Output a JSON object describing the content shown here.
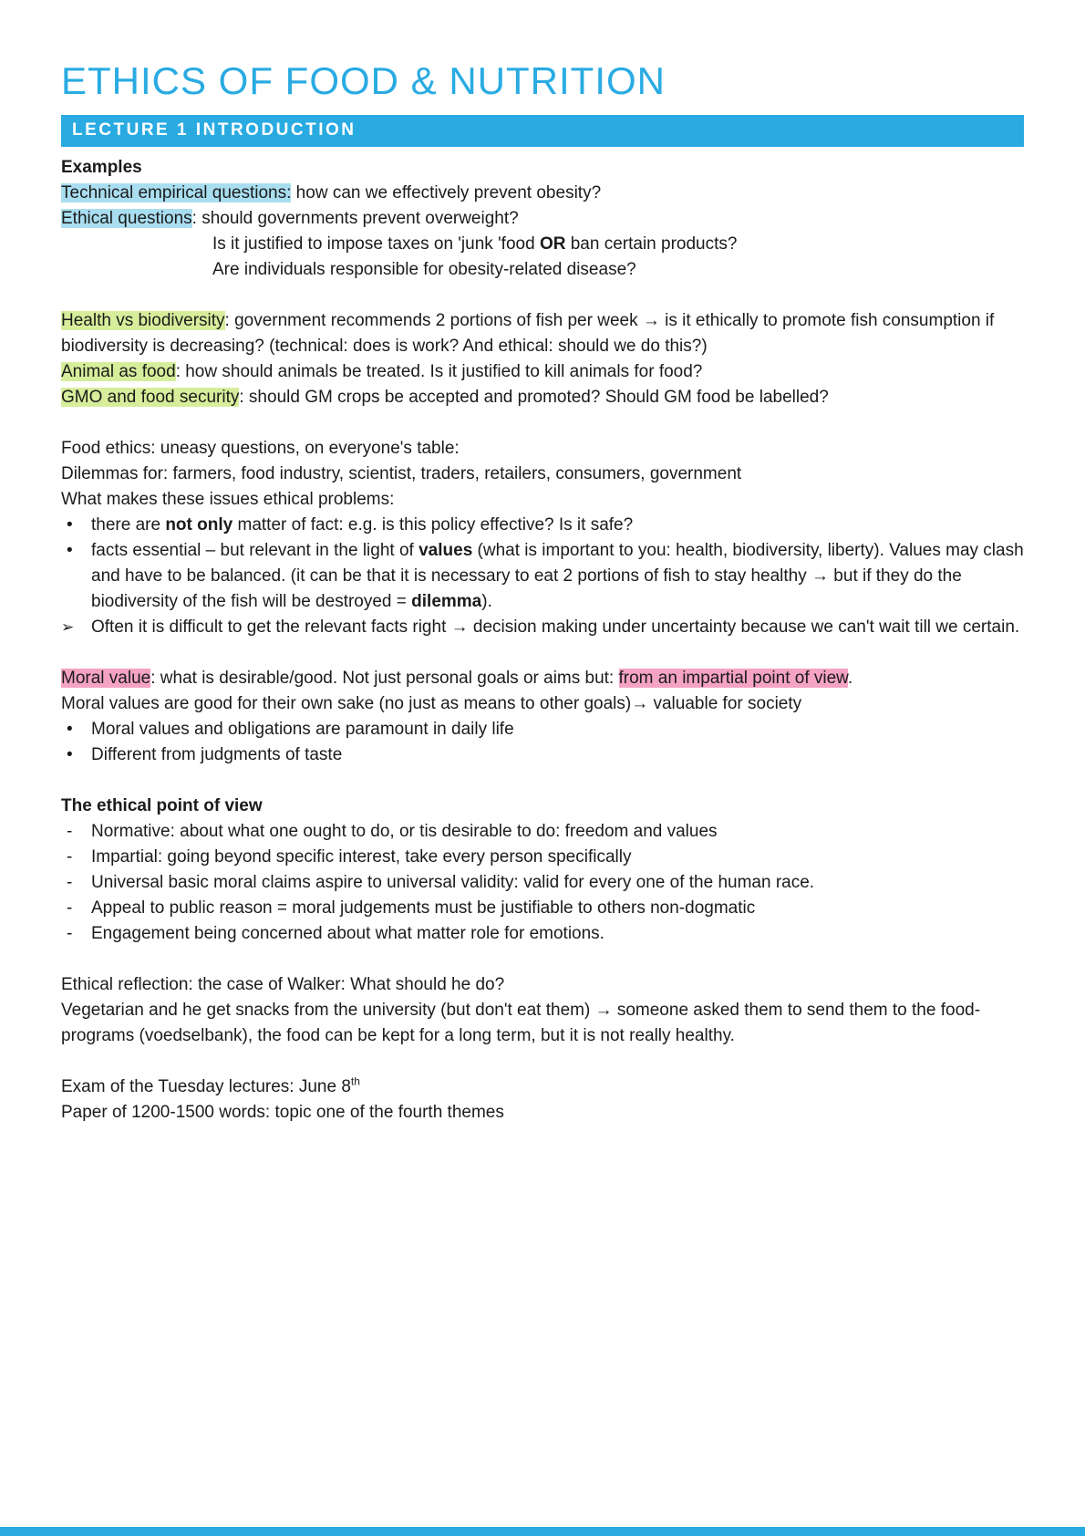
{
  "page": {
    "title": "ETHICS OF FOOD & NUTRITION",
    "section_banner": "LECTURE 1 INTRODUCTION"
  },
  "colors": {
    "accent_cyan": "#29ABE2",
    "highlight_blue": "#A9DEF0",
    "highlight_green": "#D6EE9B",
    "highlight_pink": "#F5A3C3",
    "text": "#1B1B1B"
  },
  "markers": {
    "bullet": "•",
    "dash": "-",
    "arrow": "➢"
  },
  "document": {
    "blocks": [
      {
        "type": "heading",
        "runs": [
          {
            "t": "Examples"
          }
        ]
      },
      {
        "type": "p",
        "runs": [
          {
            "t": "Technical empirical questions:",
            "h": "blue"
          },
          {
            "t": " how can we effectively prevent obesity?"
          }
        ]
      },
      {
        "type": "p",
        "runs": [
          {
            "t": "Ethical questions",
            "h": "blue"
          },
          {
            "t": ":  should governments prevent overweight?"
          }
        ]
      },
      {
        "type": "p",
        "indent": true,
        "runs": [
          {
            "t": "Is it justified to impose taxes on 'junk 'food "
          },
          {
            "t": "OR",
            "b": true
          },
          {
            "t": " ban certain products?"
          }
        ]
      },
      {
        "type": "p",
        "indent": true,
        "runs": [
          {
            "t": "Are individuals responsible for obesity-related disease?"
          }
        ]
      },
      {
        "type": "spacer"
      },
      {
        "type": "p",
        "runs": [
          {
            "t": "Health vs biodiversity",
            "h": "green"
          },
          {
            "t": ": government recommends 2 portions of fish per week → is it ethically to promote fish consumption if biodiversity is decreasing? (technical: does is work? And ethical: should we do this?)"
          }
        ]
      },
      {
        "type": "p",
        "runs": [
          {
            "t": "Animal as food",
            "h": "green"
          },
          {
            "t": ": how should animals be treated. Is it justified to kill animals for food?"
          }
        ]
      },
      {
        "type": "p",
        "runs": [
          {
            "t": "GMO and food security",
            "h": "green"
          },
          {
            "t": ": should GM crops be accepted and promoted? Should GM food be labelled?"
          }
        ]
      },
      {
        "type": "spacer"
      },
      {
        "type": "p",
        "runs": [
          {
            "t": "Food ethics: uneasy questions, on everyone's table:"
          }
        ]
      },
      {
        "type": "p",
        "runs": [
          {
            "t": "Dilemmas for: farmers, food industry, scientist, traders, retailers, consumers, government"
          }
        ]
      },
      {
        "type": "p",
        "runs": [
          {
            "t": "What makes these issues ethical problems:"
          }
        ]
      },
      {
        "type": "bullet",
        "runs": [
          {
            "t": "there are "
          },
          {
            "t": "not only",
            "b": true
          },
          {
            "t": " matter of fact: e.g. is this policy effective? Is it safe?"
          }
        ]
      },
      {
        "type": "bullet",
        "runs": [
          {
            "t": "facts essential – but relevant in the light of "
          },
          {
            "t": "values",
            "b": true
          },
          {
            "t": " (what is important to you: health, biodiversity, liberty). Values may clash and have to be balanced. (it can be that it is necessary to eat 2 portions of fish to stay healthy → but if they do the biodiversity of the fish will be destroyed = "
          },
          {
            "t": "dilemma",
            "b": true
          },
          {
            "t": ")."
          }
        ]
      },
      {
        "type": "arrow",
        "runs": [
          {
            "t": "Often it is difficult to get the relevant facts right → decision making under uncertainty because we can't wait till we certain."
          }
        ]
      },
      {
        "type": "spacer"
      },
      {
        "type": "p",
        "runs": [
          {
            "t": "Moral value",
            "h": "pink"
          },
          {
            "t": ": what is desirable/good. Not just personal goals or aims but: "
          },
          {
            "t": "from an impartial point of view",
            "h": "pink"
          },
          {
            "t": "."
          }
        ]
      },
      {
        "type": "p",
        "runs": [
          {
            "t": "Moral values are good for their own sake (no just as means to other goals)→ valuable for society"
          }
        ]
      },
      {
        "type": "bullet",
        "runs": [
          {
            "t": "Moral values and obligations are paramount in daily life"
          }
        ]
      },
      {
        "type": "bullet",
        "runs": [
          {
            "t": "Different from judgments of taste"
          }
        ]
      },
      {
        "type": "spacer"
      },
      {
        "type": "heading",
        "runs": [
          {
            "t": "The ethical point of view"
          }
        ]
      },
      {
        "type": "dash",
        "runs": [
          {
            "t": "Normative: about what one ought to do, or tis desirable to do: freedom and values"
          }
        ]
      },
      {
        "type": "dash",
        "runs": [
          {
            "t": "Impartial: going beyond specific interest, take every person specifically"
          }
        ]
      },
      {
        "type": "dash",
        "runs": [
          {
            "t": "Universal basic moral claims aspire to universal validity: valid for every one of the human race."
          }
        ]
      },
      {
        "type": "dash",
        "runs": [
          {
            "t": "Appeal to public reason = moral judgements must be justifiable to others non-dogmatic"
          }
        ]
      },
      {
        "type": "dash",
        "runs": [
          {
            "t": "Engagement being concerned about what matter role for emotions."
          }
        ]
      },
      {
        "type": "spacer"
      },
      {
        "type": "p",
        "runs": [
          {
            "t": "Ethical reflection: the case of Walker: What should he do?"
          }
        ]
      },
      {
        "type": "p",
        "runs": [
          {
            "t": "Vegetarian and he get snacks from the university (but don't eat them) → someone asked them to send them to the food-programs (voedselbank), the food can be kept for a long term, but it is not really healthy."
          }
        ]
      },
      {
        "type": "spacer"
      },
      {
        "type": "p",
        "runs": [
          {
            "t": "Exam of the Tuesday lectures: June 8"
          },
          {
            "t": "th",
            "sup": true
          }
        ]
      },
      {
        "type": "p",
        "runs": [
          {
            "t": "Paper of 1200-1500 words: topic one of the fourth themes"
          }
        ]
      }
    ]
  }
}
